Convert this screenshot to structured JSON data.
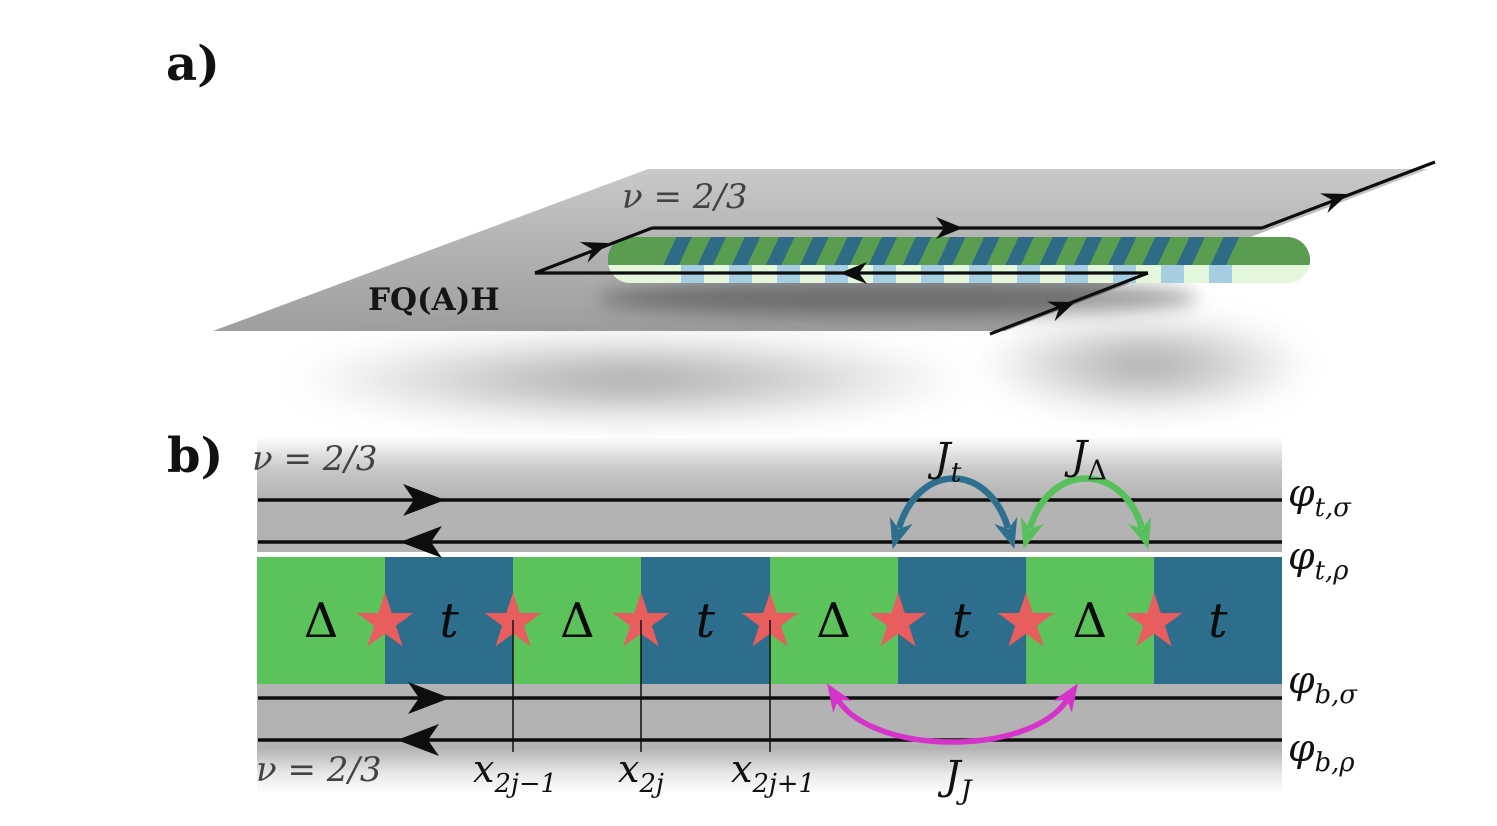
{
  "colors": {
    "block_green": "#5cc35c",
    "block_blue": "#2e6e8d",
    "star_red": "#e85d5d",
    "arrow_teal": "#2f6f8e",
    "arrow_green": "#56c05a",
    "arrow_magenta": "#d633cb",
    "band_gray": "#b3b3b3",
    "sheet_gray_light": "#d2d2d2",
    "sheet_gray_dark": "#979797",
    "bar_green": "#5a9c50",
    "bar_teal": "#2e6b85",
    "bar_front_green": "#e4f6dc",
    "bar_front_blue": "#a6cee2",
    "line_black": "#0d0d0d",
    "text_gray": "#424242"
  },
  "panel_a": {
    "label": "a)",
    "filling_factor": "ν = 2/3",
    "material": "FQ(A)H"
  },
  "panel_b": {
    "label": "b)",
    "filling_factor_top": "ν = 2/3",
    "filling_factor_bottom": "ν = 2/3",
    "star_glyph": "★",
    "blocks": [
      "Δ",
      "t",
      "Δ",
      "t",
      "Δ",
      "t",
      "Δ",
      "t"
    ],
    "couplings": {
      "jt": {
        "base": "J",
        "sub": "t"
      },
      "jdelta": {
        "base": "J",
        "sub": "Δ"
      },
      "jj": {
        "base": "J",
        "sub": "J"
      }
    },
    "edge_modes": {
      "top_sigma": {
        "base": "φ",
        "sub": "t,σ"
      },
      "top_rho": {
        "base": "φ",
        "sub": "t,ρ"
      },
      "bottom_sigma": {
        "base": "φ",
        "sub": "b,σ"
      },
      "bottom_rho": {
        "base": "φ",
        "sub": "b,ρ"
      }
    },
    "positions": {
      "x_2jm1": {
        "base": "x",
        "sub": "2j−1"
      },
      "x_2j": {
        "base": "x",
        "sub": "2j"
      },
      "x_2jp1": {
        "base": "x",
        "sub": "2j+1"
      }
    }
  }
}
